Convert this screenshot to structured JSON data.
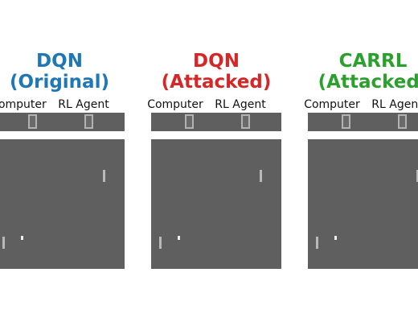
{
  "colors": {
    "dqn_original_title": "#1f77b4",
    "dqn_attacked_title": "#d62728",
    "carrl_attacked_title": "#2ca02c",
    "field_background": "#5f5f5f",
    "paddle": "#b9b9b9",
    "ball": "#ededed"
  },
  "panels": [
    {
      "title_line1": "DQN",
      "title_line2": "(Original)",
      "computer_label": "Computer",
      "agent_label": "RL Agent"
    },
    {
      "title_line1": "DQN",
      "title_line2": "(Attacked)",
      "computer_label": "Computer",
      "agent_label": "RL Agent"
    },
    {
      "title_line1": "CARRL",
      "title_line2": "(Attacked)",
      "computer_label": "Computer",
      "agent_label": "RL Agent"
    }
  ]
}
